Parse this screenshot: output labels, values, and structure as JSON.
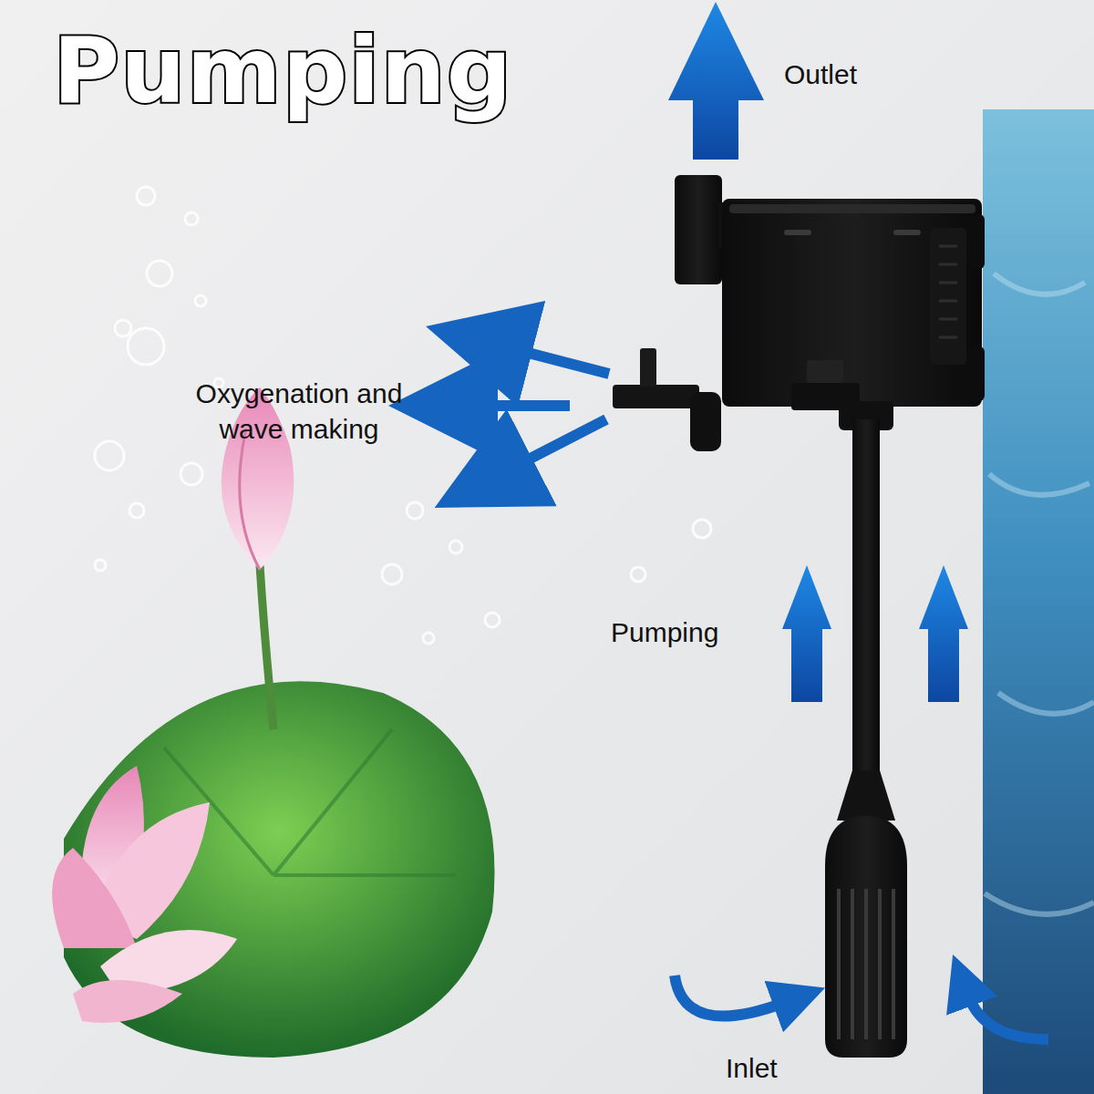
{
  "diagram": {
    "title": "Pumping",
    "labels": [
      "Outlet",
      "Oxygenation and wave making",
      "Pumping",
      "Inlet"
    ]
  }
}
